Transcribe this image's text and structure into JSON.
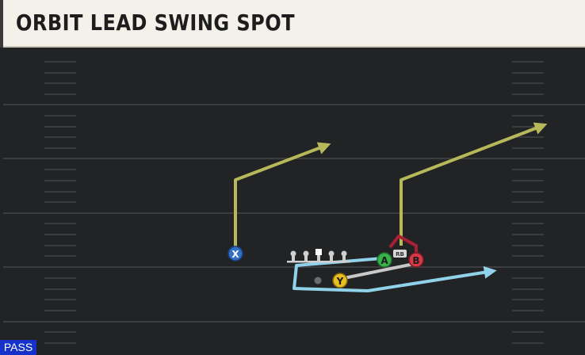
{
  "play": {
    "title": "ORBIT LEAD SWING SPOT",
    "type_badge": "PASS"
  },
  "players": [
    {
      "id": "wr-x",
      "label": "X",
      "color": "#2f6fc4"
    },
    {
      "id": "wr-a",
      "label": "A",
      "color": "#37b34a"
    },
    {
      "id": "rb",
      "label": "B",
      "color": "#d93845"
    },
    {
      "id": "te-y",
      "label": "Y",
      "color": "#e7bd22"
    }
  ],
  "backfield_tag": "RB",
  "colors": {
    "route_primary": "#b6b85a",
    "route_secondary": "#8fd2ea",
    "route_block": "#a91f35",
    "field": "#222324",
    "yard_line": "#3c3d3f"
  },
  "icons": {
    "lineman": "lineman-icon",
    "center": "center-icon",
    "route_arrow": "arrow-head-icon"
  }
}
